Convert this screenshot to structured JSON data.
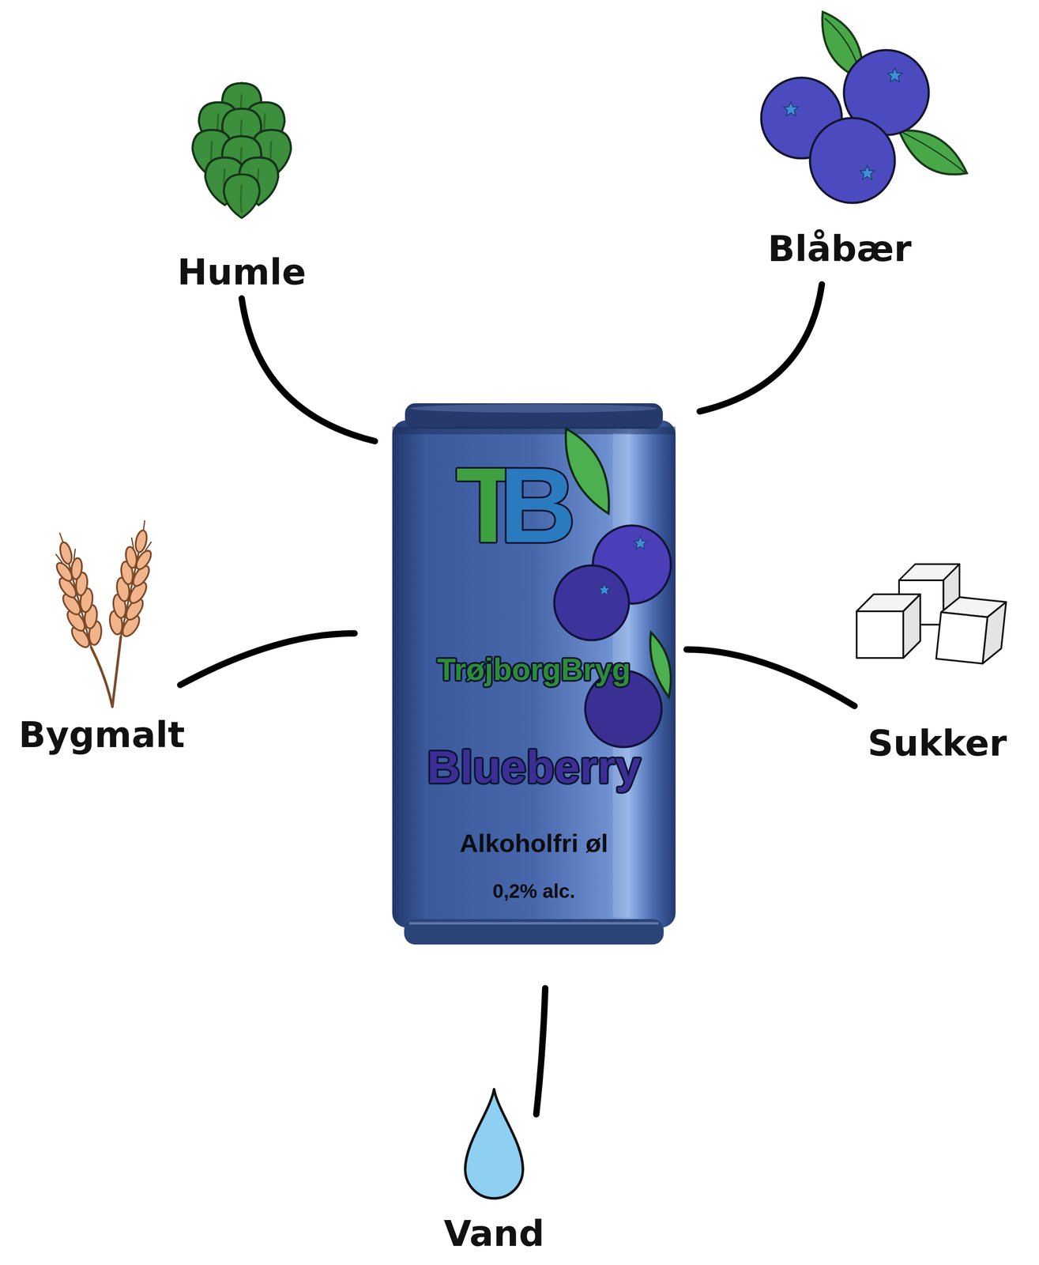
{
  "diagram": {
    "nodes": [
      {
        "text": [
          "Humle"
        ]
      },
      {
        "text": [
          "Blåbær"
        ]
      },
      {
        "text": [
          "TB",
          "TrøjborgBryg",
          "Blueberry",
          "Alkoholfri øl",
          "0,2% alc."
        ]
      },
      {
        "text": [
          "Bygmalt"
        ]
      },
      {
        "text": [
          "Sukker"
        ]
      },
      {
        "text": [
          "Vand"
        ]
      }
    ],
    "edges": [
      {
        "from": 0,
        "to": 2,
        "arrow": "none"
      },
      {
        "from": 1,
        "to": 2,
        "arrow": "none"
      },
      {
        "from": 3,
        "to": 2,
        "arrow": "none"
      },
      {
        "from": 4,
        "to": 2,
        "arrow": "none"
      },
      {
        "from": 5,
        "to": 2,
        "arrow": "none"
      }
    ]
  }
}
